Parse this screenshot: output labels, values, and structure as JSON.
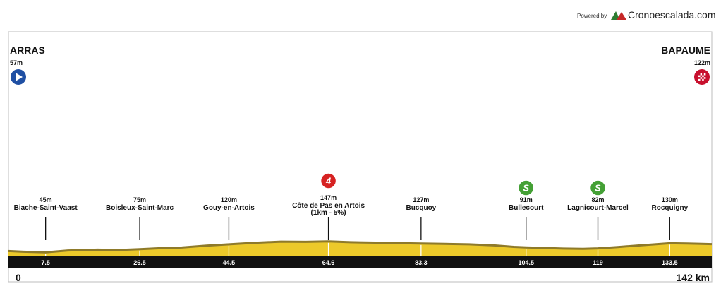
{
  "header": {
    "powered_by": "Powered by",
    "brand": "Cronoescalada.com",
    "brand_colors": {
      "left_peak": "#2e7d32",
      "right_peak": "#c62828"
    }
  },
  "start": {
    "name": "ARRAS",
    "elevation": "57m",
    "icon": "play-icon",
    "color": "#1f4fa3"
  },
  "finish": {
    "name": "BAPAUME",
    "elevation": "122m",
    "icon": "checkered-flag-icon",
    "color": "#c8102e"
  },
  "distance_axis": {
    "start_label": "0",
    "end_label": "142 km"
  },
  "colors": {
    "fill": "#ecc92a",
    "fill_dark": "#8e7a2a",
    "axis_bar": "#111111",
    "climb_badge": "#d62222",
    "sprint_badge": "#44a035"
  },
  "chart_data": {
    "type": "area",
    "title": "",
    "xlabel": "",
    "ylabel": "",
    "xlim": [
      0,
      142
    ],
    "ylim": [
      0,
      760
    ],
    "x_unit": "km",
    "y_unit": "m",
    "profile": [
      [
        0,
        57
      ],
      [
        3,
        50
      ],
      [
        7.5,
        45
      ],
      [
        12,
        62
      ],
      [
        18,
        70
      ],
      [
        22,
        66
      ],
      [
        26.5,
        75
      ],
      [
        31,
        85
      ],
      [
        35,
        90
      ],
      [
        40,
        108
      ],
      [
        44.5,
        120
      ],
      [
        50,
        135
      ],
      [
        55,
        145
      ],
      [
        60,
        143
      ],
      [
        64.6,
        147
      ],
      [
        69,
        140
      ],
      [
        74,
        136
      ],
      [
        79,
        131
      ],
      [
        83.3,
        127
      ],
      [
        88,
        124
      ],
      [
        93,
        120
      ],
      [
        98,
        110
      ],
      [
        102,
        96
      ],
      [
        104.5,
        91
      ],
      [
        108,
        86
      ],
      [
        112,
        80
      ],
      [
        116,
        78
      ],
      [
        119,
        82
      ],
      [
        123,
        95
      ],
      [
        128,
        112
      ],
      [
        133.5,
        130
      ],
      [
        137,
        128
      ],
      [
        140,
        124
      ],
      [
        142,
        122
      ]
    ],
    "waypoints": [
      {
        "km": 7.5,
        "km_label": "7.5",
        "elev": 45,
        "elev_label": "45m",
        "name": "Biache-Saint-Vaast",
        "badge": null
      },
      {
        "km": 26.5,
        "km_label": "26.5",
        "elev": 75,
        "elev_label": "75m",
        "name": "Boisleux-Saint-Marc",
        "badge": null
      },
      {
        "km": 44.5,
        "km_label": "44.5",
        "elev": 120,
        "elev_label": "120m",
        "name": "Gouy-en-Artois",
        "badge": null
      },
      {
        "km": 64.6,
        "km_label": "64.6",
        "elev": 147,
        "elev_label": "147m",
        "name": "Côte de Pas en Artois",
        "sub": "(1km - 5%)",
        "badge": "4",
        "badge_type": "climb"
      },
      {
        "km": 83.3,
        "km_label": "83.3",
        "elev": 127,
        "elev_label": "127m",
        "name": "Bucquoy",
        "badge": null
      },
      {
        "km": 104.5,
        "km_label": "104.5",
        "elev": 91,
        "elev_label": "91m",
        "name": "Bullecourt",
        "badge": "S",
        "badge_type": "sprint"
      },
      {
        "km": 119,
        "km_label": "119",
        "elev": 82,
        "elev_label": "82m",
        "name": "Lagnicourt-Marcel",
        "badge": "S",
        "badge_type": "sprint"
      },
      {
        "km": 133.5,
        "km_label": "133.5",
        "elev": 130,
        "elev_label": "130m",
        "name": "Rocquigny",
        "badge": null
      }
    ]
  }
}
